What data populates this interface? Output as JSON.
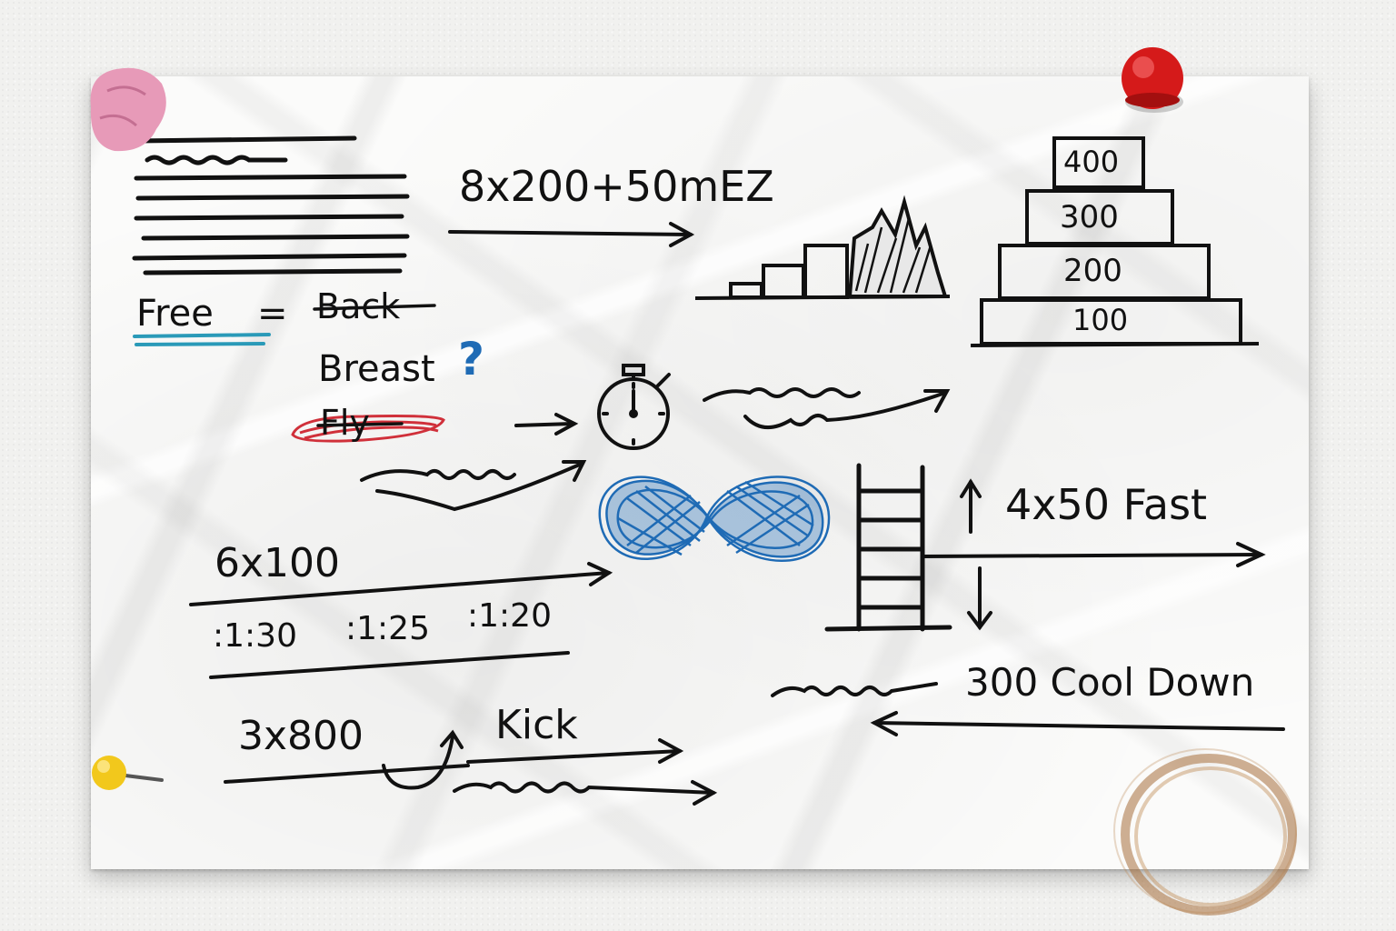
{
  "notes": {
    "main_set": "8x200+50mEZ",
    "stroke_first": "Free",
    "equals": "=",
    "stroke_back": "Back",
    "stroke_breast": "Breast",
    "question_mark": "?",
    "stroke_fly": "Fly",
    "pyramid_levels": [
      "400",
      "300",
      "200",
      "100"
    ],
    "set_6x100": "6x100",
    "intervals": [
      ":1:30",
      ":1:25",
      ":1:20"
    ],
    "fast_set": "4x50 Fast",
    "cool_down": "300 Cool Down",
    "kick_reps": "3x800",
    "kick_label": "Kick"
  },
  "colors": {
    "ink": "#111111",
    "blue_marker": "#1f6bb5",
    "red_marker": "#d0303a",
    "teal_underline": "#2a9ab8",
    "coffee_stain": "#a8703c",
    "red_pin": "#d51a1a",
    "yellow_pin": "#f2c81c",
    "pink_gum": "#e79ab8"
  },
  "icons": [
    "stopwatch-icon",
    "infinity-scribble-icon",
    "ladder-icon",
    "bar-steps-icon",
    "pushpin-icon"
  ]
}
